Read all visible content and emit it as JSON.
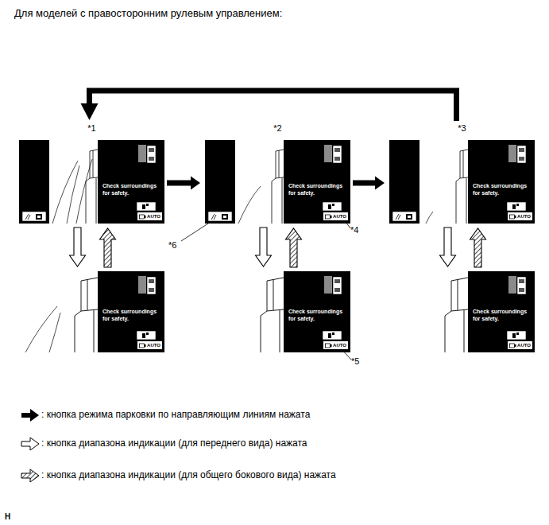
{
  "diagram": {
    "title": "Для моделей с правосторонним рулевым управлением:",
    "nodes": [
      {
        "text": [
          "*1",
          "Check surroundings for safety."
        ]
      },
      {
        "text": [
          "AUTO"
        ],
        "in": 0
      },
      {
        "text": [
          "*2",
          "Check surroundings for safety."
        ]
      },
      {
        "text": [
          "AUTO"
        ],
        "in": 2
      },
      {
        "text": [
          "*3",
          "Check surroundings for safety."
        ]
      },
      {
        "text": [
          "AUTO"
        ],
        "in": 4
      },
      {
        "text": [
          "Check surroundings for safety."
        ]
      },
      {
        "text": [
          "AUTO"
        ],
        "in": 6
      },
      {
        "text": [
          "Check surroundings for safety."
        ]
      },
      {
        "text": [
          "AUTO"
        ],
        "in": 8
      },
      {
        "text": [
          "Check surroundings for safety."
        ]
      },
      {
        "text": [
          "AUTO"
        ],
        "in": 10
      }
    ],
    "edges": [
      {
        "from": 0,
        "to": 2,
        "arrow": "to"
      },
      {
        "from": 2,
        "to": 4,
        "arrow": "to"
      },
      {
        "from": 4,
        "to": 0,
        "arrow": "to"
      },
      {
        "from": 0,
        "to": 6,
        "arrow": "to"
      },
      {
        "from": 6,
        "to": 0,
        "arrow": "to"
      },
      {
        "from": 2,
        "to": 8,
        "arrow": "to"
      },
      {
        "from": 8,
        "to": 2,
        "arrow": "to"
      },
      {
        "from": 4,
        "to": 10,
        "arrow": "to"
      },
      {
        "from": 10,
        "to": 4,
        "arrow": "to"
      }
    ],
    "labels": [
      "*4",
      "*5",
      "*6",
      "H"
    ],
    "legend": [
      {
        "text": ": кнопка режима парковки по направляющим линиям нажата"
      },
      {
        "text": ": кнопка диапазона индикации (для переднего вида) нажата"
      },
      {
        "text": ": кнопка диапазона индикации (для общего бокового вида) нажата"
      }
    ]
  }
}
